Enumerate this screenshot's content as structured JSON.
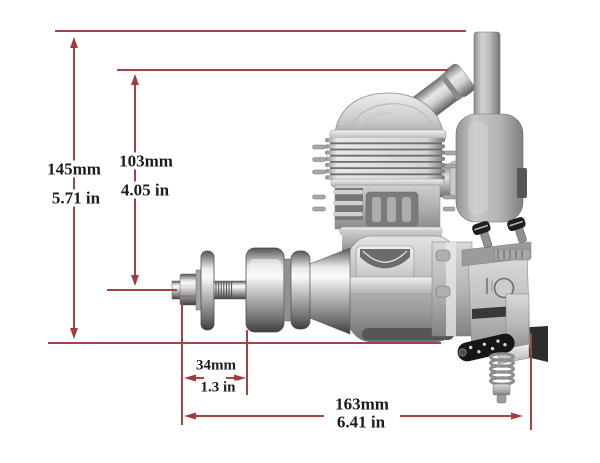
{
  "figure": {
    "colors": {
      "background": "#ffffff",
      "dimension_line": "#9c4646",
      "arrow": "#a03b3b",
      "label_text": "#1c1c1c"
    },
    "annotations": {
      "overall_height": {
        "metric": "145mm",
        "imperial": "5.71 in"
      },
      "crank_center_height": {
        "metric": "103mm",
        "imperial": "4.05 in"
      },
      "prop_shaft_length": {
        "metric": "34mm",
        "imperial": "1.3 in"
      },
      "overall_length": {
        "metric": "163mm",
        "imperial": "6.41 in"
      }
    }
  }
}
